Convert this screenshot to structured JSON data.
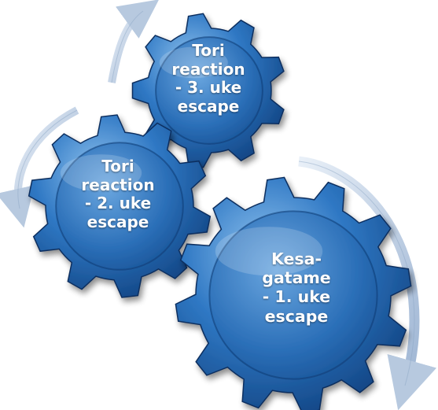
{
  "colors": {
    "gear_light": "#8fc2ee",
    "gear_mid": "#2f78c4",
    "gear_dark": "#0f3f7c",
    "gear_edge": "#0b2f5e",
    "arrow_light": "#e9f0f8",
    "arrow_dark": "#9fb6d4",
    "text": "#ffffff"
  },
  "gears": [
    {
      "id": "gear-1",
      "icon": "gear-icon",
      "lines": [
        "Kesa-",
        "gatame",
        "- 1. uke",
        "escape"
      ]
    },
    {
      "id": "gear-2",
      "icon": "gear-icon",
      "lines": [
        "Tori",
        "reaction",
        "- 2. uke",
        "escape"
      ]
    },
    {
      "id": "gear-3",
      "icon": "gear-icon",
      "lines": [
        "Tori",
        "reaction",
        "- 3. uke",
        "escape"
      ]
    }
  ],
  "arrows": [
    {
      "id": "arrow-right",
      "icon": "curved-arrow-icon",
      "direction": "clockwise-down"
    },
    {
      "id": "arrow-left",
      "icon": "curved-arrow-icon",
      "direction": "counterclockwise-down"
    },
    {
      "id": "arrow-top",
      "icon": "curved-arrow-icon",
      "direction": "clockwise-up"
    }
  ]
}
